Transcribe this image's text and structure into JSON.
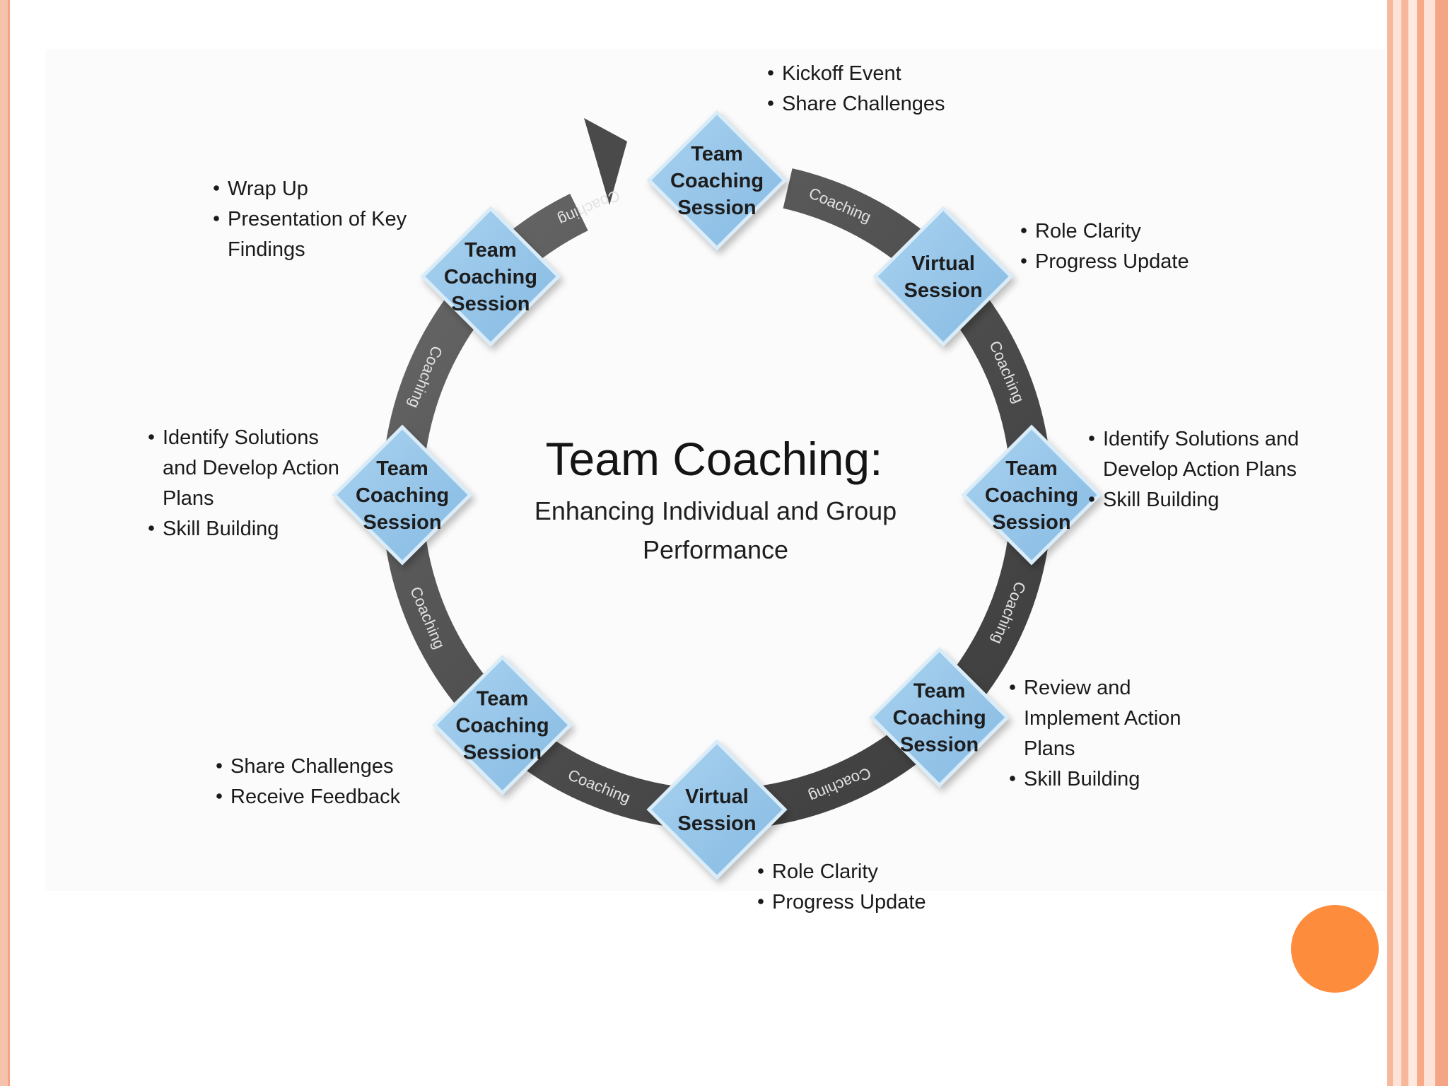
{
  "center": {
    "title": "Team Coaching:",
    "subtitle_lines": [
      "Enhancing Individual and Group",
      "Performance"
    ]
  },
  "ring_label": "Coaching",
  "nodes": [
    {
      "lines": [
        "Team",
        "Coaching",
        "Session"
      ],
      "bullets": [
        [
          "Kickoff Event"
        ],
        [
          "Share Challenges"
        ]
      ]
    },
    {
      "lines": [
        "Virtual",
        "Session"
      ],
      "bullets": [
        [
          "Role Clarity"
        ],
        [
          "Progress Update"
        ]
      ]
    },
    {
      "lines": [
        "Team",
        "Coaching",
        "Session"
      ],
      "bullets": [
        [
          "Identify Solutions and",
          "Develop Action Plans"
        ],
        [
          "Skill Building"
        ]
      ]
    },
    {
      "lines": [
        "Team",
        "Coaching",
        "Session"
      ],
      "bullets": [
        [
          "Review and",
          "Implement Action",
          "Plans"
        ],
        [
          "Skill Building"
        ]
      ]
    },
    {
      "lines": [
        "Virtual",
        "Session"
      ],
      "bullets": [
        [
          "Role Clarity"
        ],
        [
          "Progress Update"
        ]
      ]
    },
    {
      "lines": [
        "Team",
        "Coaching",
        "Session"
      ],
      "bullets": [
        [
          "Share Challenges"
        ],
        [
          "Receive Feedback"
        ]
      ]
    },
    {
      "lines": [
        "Team",
        "Coaching",
        "Session"
      ],
      "bullets": [
        [
          "Identify Solutions",
          "and Develop Action",
          "Plans"
        ],
        [
          "Skill Building"
        ]
      ]
    },
    {
      "lines": [
        "Team",
        "Coaching",
        "Session"
      ],
      "bullets": [
        [
          "Wrap Up"
        ],
        [
          "Presentation of Key",
          "Findings"
        ]
      ]
    }
  ],
  "colors": {
    "ring": "#555555",
    "diamond_fill": "#94c4e8",
    "diamond_edge": "#d9ecf8",
    "accent_orange": "#fd8c3d"
  }
}
